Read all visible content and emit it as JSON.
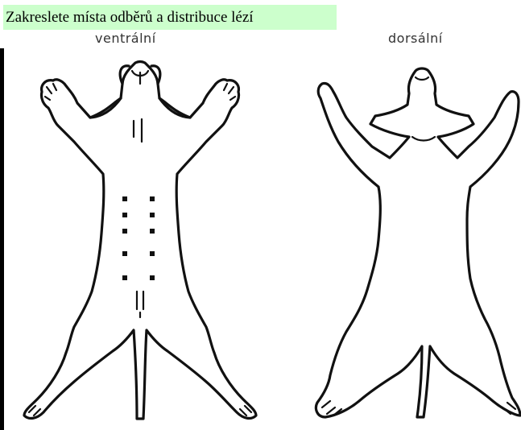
{
  "instruction": "Zakreslete místa odběrů a distribuce lézí",
  "views": {
    "ventral": "ventrální",
    "dorsal": "dorsální"
  },
  "colors": {
    "instruction_background": "#ccffcc",
    "outline": "#111111"
  }
}
